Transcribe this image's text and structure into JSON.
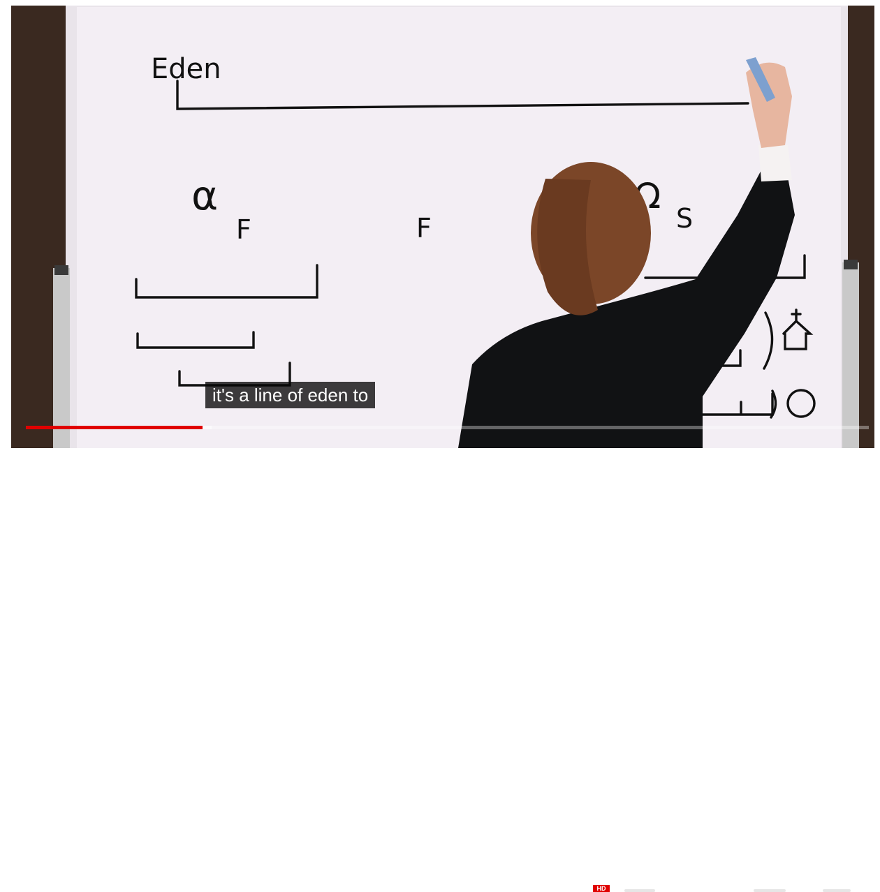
{
  "whiteboard": {
    "eden_label": "Eden",
    "alpha_symbol": "α",
    "subscript_f_left": "F",
    "f_middle": "F",
    "omega_symbol": "Ω",
    "subscript_s": "S"
  },
  "captions": {
    "text": "it's a line of eden to"
  },
  "player": {
    "progress_played": 0.21,
    "progress_loaded": 0.22,
    "hd_badge": "HD",
    "accent_color": "#e00000"
  }
}
